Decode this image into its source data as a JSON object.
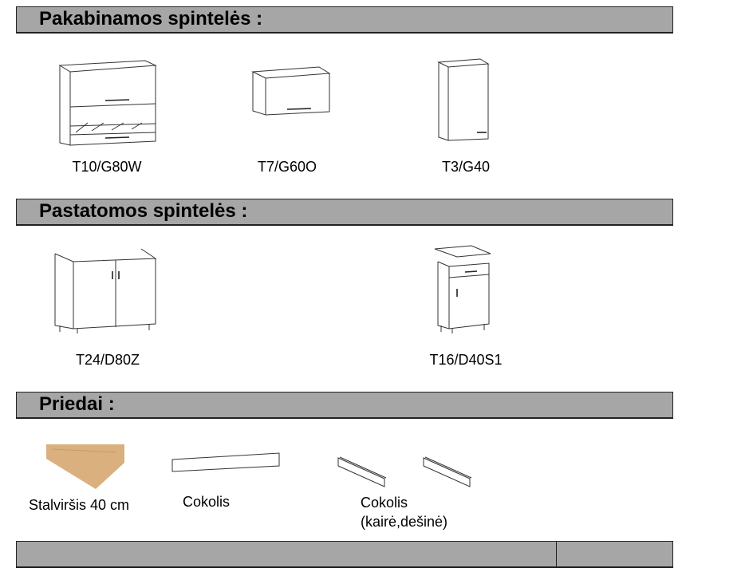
{
  "sections": [
    {
      "title": "Pakabinamos spintelės :",
      "items": [
        "T10/G80W",
        "T7/G60O",
        "T3/G40"
      ]
    },
    {
      "title": "Pastatomos spintelės :",
      "items": [
        "T24/D80Z",
        "T16/D40S1"
      ]
    },
    {
      "title": "Priedai :",
      "items": [
        "Stalviršis 40 cm",
        "Cokolis",
        "Cokolis",
        "(kairė,dešinė)"
      ]
    }
  ],
  "colors": {
    "header_bar": "#a6a6a6",
    "countertop": "#d9b07e"
  }
}
